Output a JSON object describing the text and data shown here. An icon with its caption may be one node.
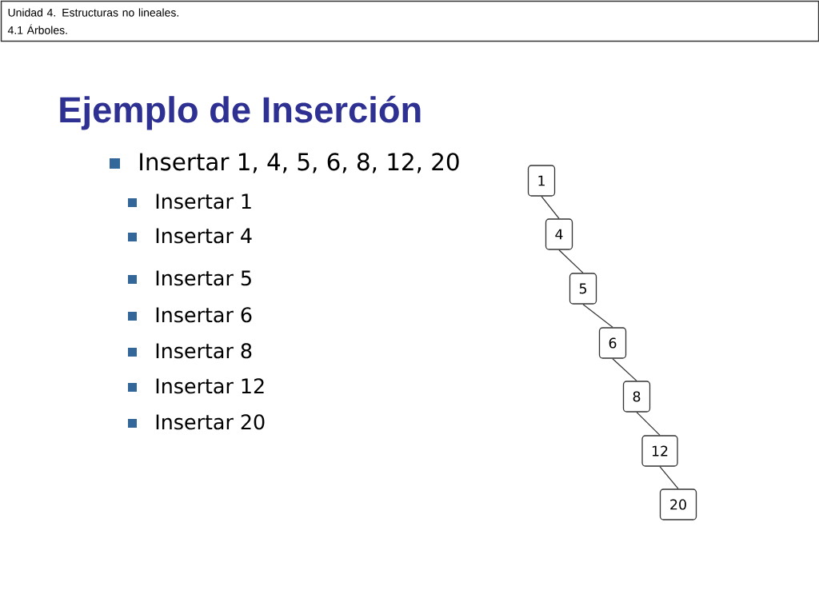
{
  "diagram": {
    "title": "Ejemplo de Inserción",
    "nodes": [
      {
        "text": [
          "Unidad 4. Estructuras no lineales.",
          "4.1 Árboles."
        ]
      },
      {
        "text": [
          "1"
        ]
      },
      {
        "text": [
          "4"
        ]
      },
      {
        "text": [
          "5"
        ]
      },
      {
        "text": [
          "6"
        ]
      },
      {
        "text": [
          "8"
        ]
      },
      {
        "text": [
          "12"
        ]
      },
      {
        "text": [
          "20"
        ]
      }
    ],
    "edges": [
      {
        "from": 1,
        "to": 2,
        "arrow": "none"
      },
      {
        "from": 2,
        "to": 3,
        "arrow": "none"
      },
      {
        "from": 3,
        "to": 4,
        "arrow": "none"
      },
      {
        "from": 4,
        "to": 5,
        "arrow": "none"
      },
      {
        "from": 5,
        "to": 6,
        "arrow": "none"
      },
      {
        "from": 6,
        "to": 7,
        "arrow": "none"
      }
    ],
    "labels": [
      "Insertar 1, 4, 5, 6, 8, 12, 20",
      "Insertar 1",
      "Insertar 4",
      "Insertar 5",
      "Insertar 6",
      "Insertar 8",
      "Insertar 12",
      "Insertar 20"
    ]
  }
}
